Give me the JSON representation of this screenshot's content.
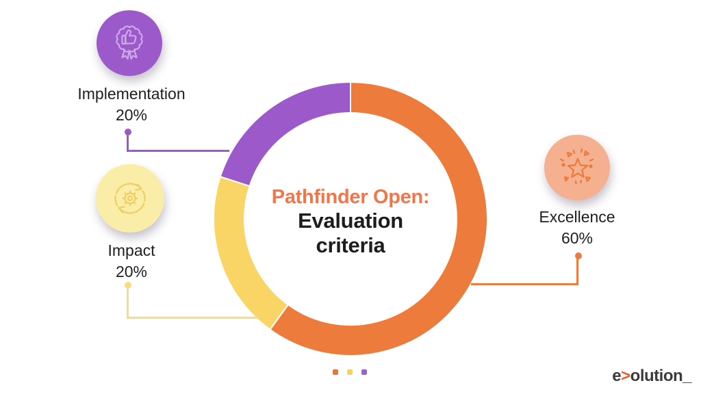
{
  "center": {
    "line1": "Pathfinder Open:",
    "line2": "Evaluation",
    "line3": "criteria"
  },
  "chart_data": {
    "type": "pie",
    "donut": true,
    "title": "Pathfinder Open: Evaluation criteria",
    "start_angle_deg": -90,
    "direction": "clockwise",
    "inner_radius_ratio": 0.775,
    "legend_position": "callouts-around-chart",
    "segments": [
      {
        "label": "Excellence",
        "value": 60,
        "color": "#ED7B3C"
      },
      {
        "label": "Impact",
        "value": 20,
        "color": "#F8D564"
      },
      {
        "label": "Implementation",
        "value": 20,
        "color": "#9C59C9"
      }
    ]
  },
  "callouts": {
    "implementation": {
      "label": "Implementation",
      "percent": "20%",
      "icon": "award-ribbon-thumbs-up-icon",
      "circle_color": "#9C59C9",
      "icon_stroke": "#CEA9E9"
    },
    "impact": {
      "label": "Impact",
      "percent": "20%",
      "icon": "gear-cycle-icon",
      "circle_color": "#F9EDA8",
      "icon_stroke": "#EFCE60"
    },
    "excellence": {
      "label": "Excellence",
      "percent": "60%",
      "icon": "star-sparkles-icon",
      "circle_color": "#F5B090",
      "icon_stroke": "#EC7937"
    }
  },
  "footer": {
    "dots_colors": [
      "#E2763B",
      "#F2D36B",
      "#9C64CB"
    ],
    "logo": {
      "part1": "e",
      "arrow": ">",
      "part2": "olution_"
    }
  },
  "colors": {
    "orange": "#ED7B3C",
    "yellow": "#F8D564",
    "purple": "#9C59C9",
    "title_orange": "#F0764B",
    "text_dark": "#1D1D1F",
    "logo_dark": "#3B3B3D",
    "logo_orange": "#F05A28"
  }
}
